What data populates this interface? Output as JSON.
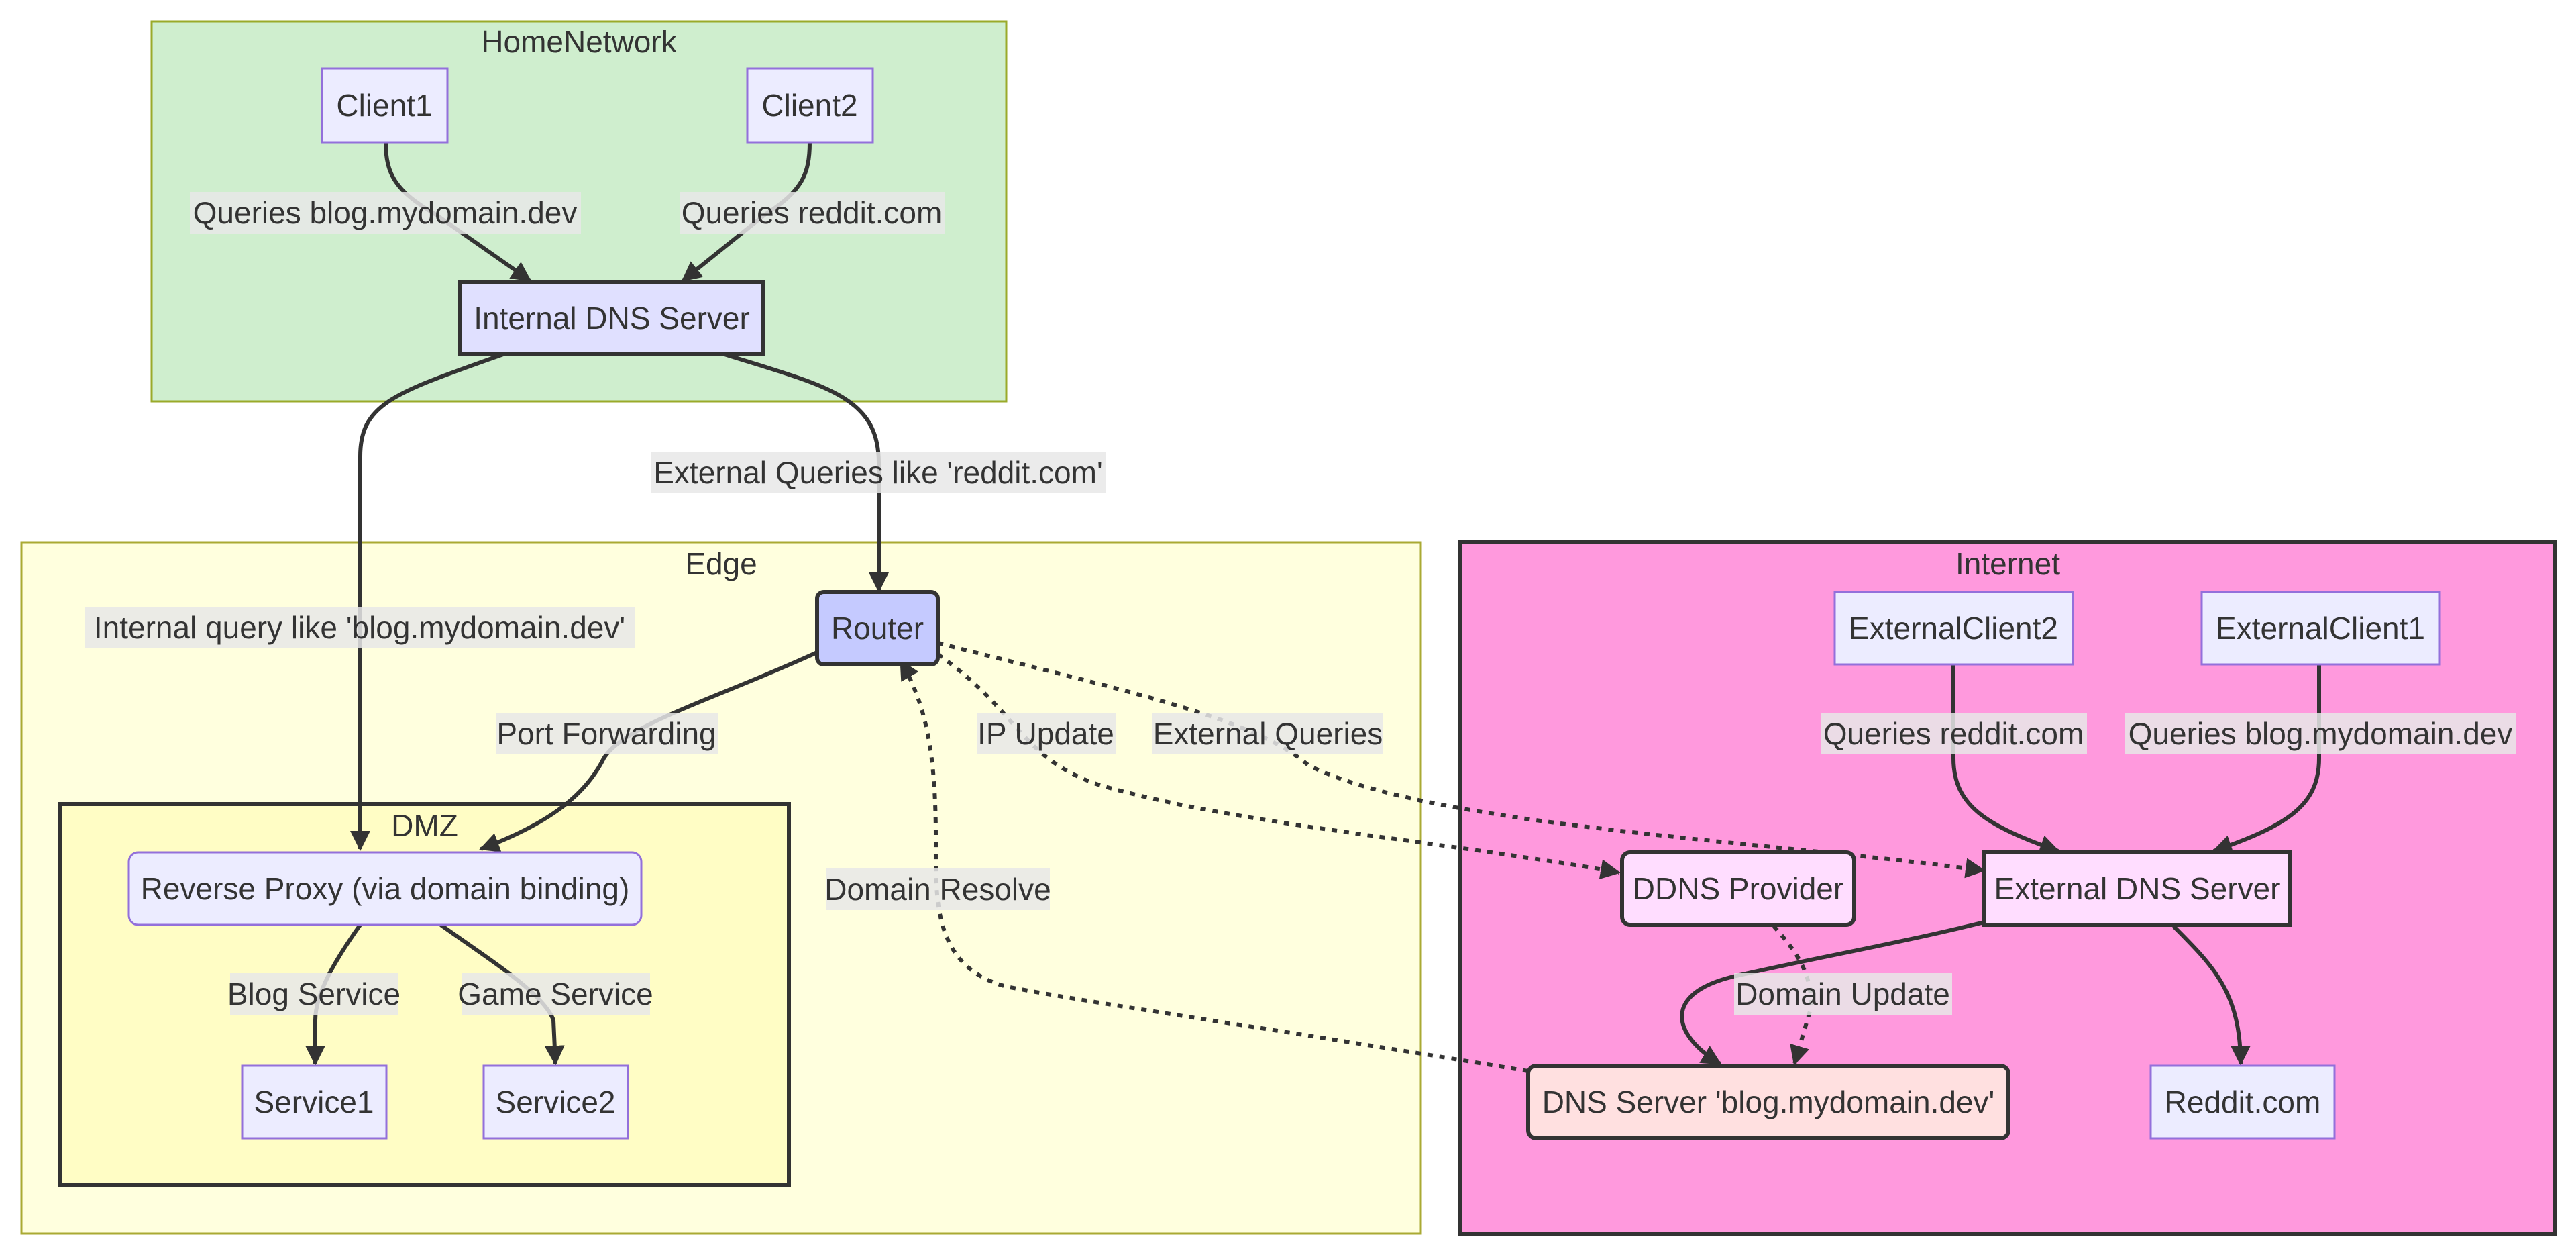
{
  "clusters": {
    "home": {
      "title": "HomeNetwork",
      "fill": "#cfeece",
      "stroke": "#9aaa2a"
    },
    "edge": {
      "title": "Edge",
      "fill": "#ffffde",
      "stroke": "#aaaa33"
    },
    "dmz": {
      "title": "DMZ",
      "fill": "#fffdc5",
      "stroke": "#333333"
    },
    "internet": {
      "title": "Internet",
      "fill": "#ff99dd",
      "stroke": "#333333"
    }
  },
  "nodes": {
    "client1": "Client1",
    "client2": "Client2",
    "internal_dns": "Internal DNS Server",
    "router": "Router",
    "reverse_proxy": "Reverse Proxy (via domain binding)",
    "service1": "Service1",
    "service2": "Service2",
    "external_client2": "ExternalClient2",
    "external_client1": "ExternalClient1",
    "ddns_provider": "DDNS Provider",
    "external_dns": "External DNS Server",
    "dns_blog": "DNS Server 'blog.mydomain.dev'",
    "reddit": "Reddit.com"
  },
  "edge_labels": {
    "client1_query": "Queries blog.mydomain.dev",
    "client2_query": "Queries reddit.com",
    "external_queries_like": "External Queries like 'reddit.com'",
    "internal_query_like": "Internal query like 'blog.mydomain.dev'",
    "port_forwarding": "Port Forwarding",
    "ip_update": "IP Update",
    "external_queries": "External Queries",
    "domain_resolve": "Domain Resolve",
    "blog_service": "Blog Service",
    "game_service": "Game Service",
    "ext2_query": "Queries reddit.com",
    "ext1_query": "Queries blog.mydomain.dev",
    "domain_update": "Domain Update"
  },
  "colors": {
    "default_node_fill": "#ececff",
    "default_node_stroke": "#9370db",
    "internal_dns_fill": "#e0e0ff",
    "router_fill": "#c5caff",
    "internet_node_fill": "#ffddff",
    "dns_blog_fill": "#ffe0e0",
    "edge_color": "#333333",
    "label_bg": "#e8e8e8"
  }
}
